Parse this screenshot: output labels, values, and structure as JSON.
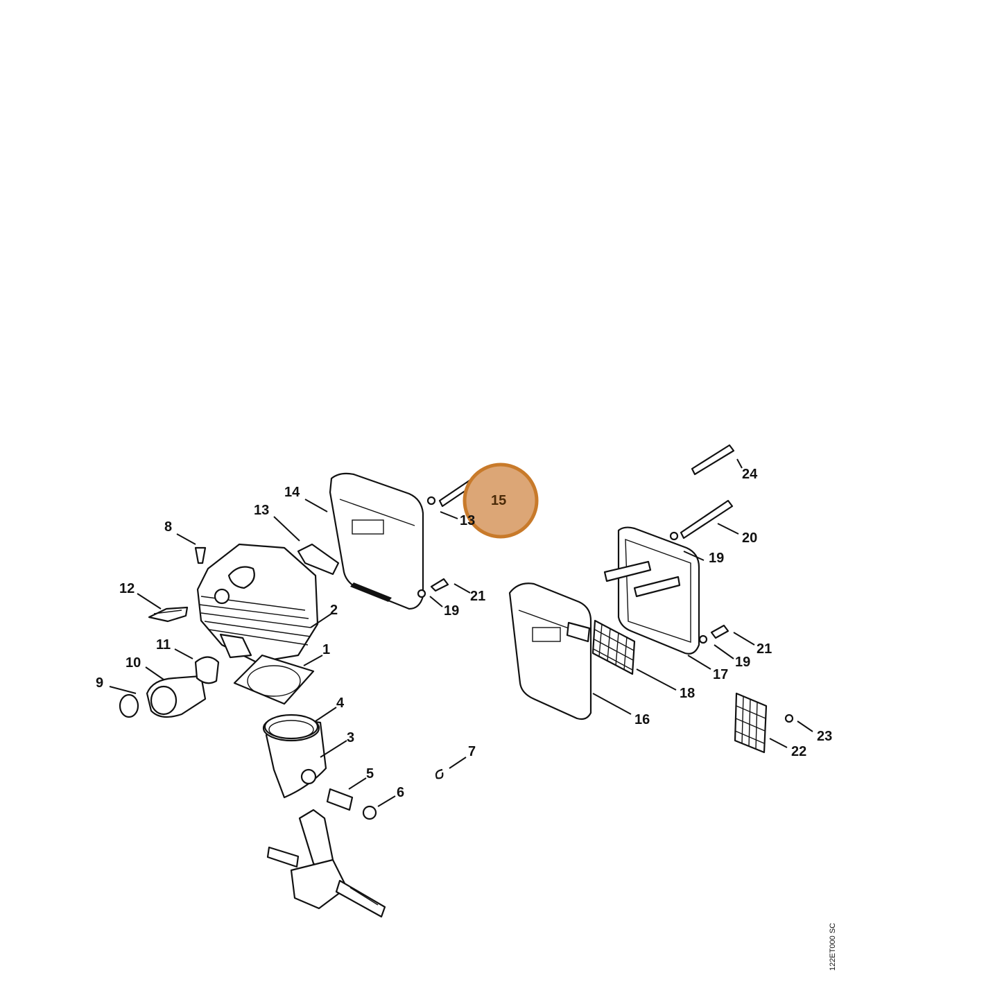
{
  "diagram": {
    "drawing_code": "122ET000 SC",
    "highlight": {
      "label": "15",
      "color": "#c87a2a",
      "fill": "#dca676"
    },
    "callouts": [
      "1",
      "2",
      "3",
      "4",
      "5",
      "6",
      "7",
      "8",
      "9",
      "10",
      "11",
      "12",
      "13",
      "14",
      "15",
      "13",
      "16",
      "17",
      "18",
      "19",
      "19",
      "19",
      "20",
      "21",
      "21",
      "22",
      "23",
      "24"
    ]
  }
}
